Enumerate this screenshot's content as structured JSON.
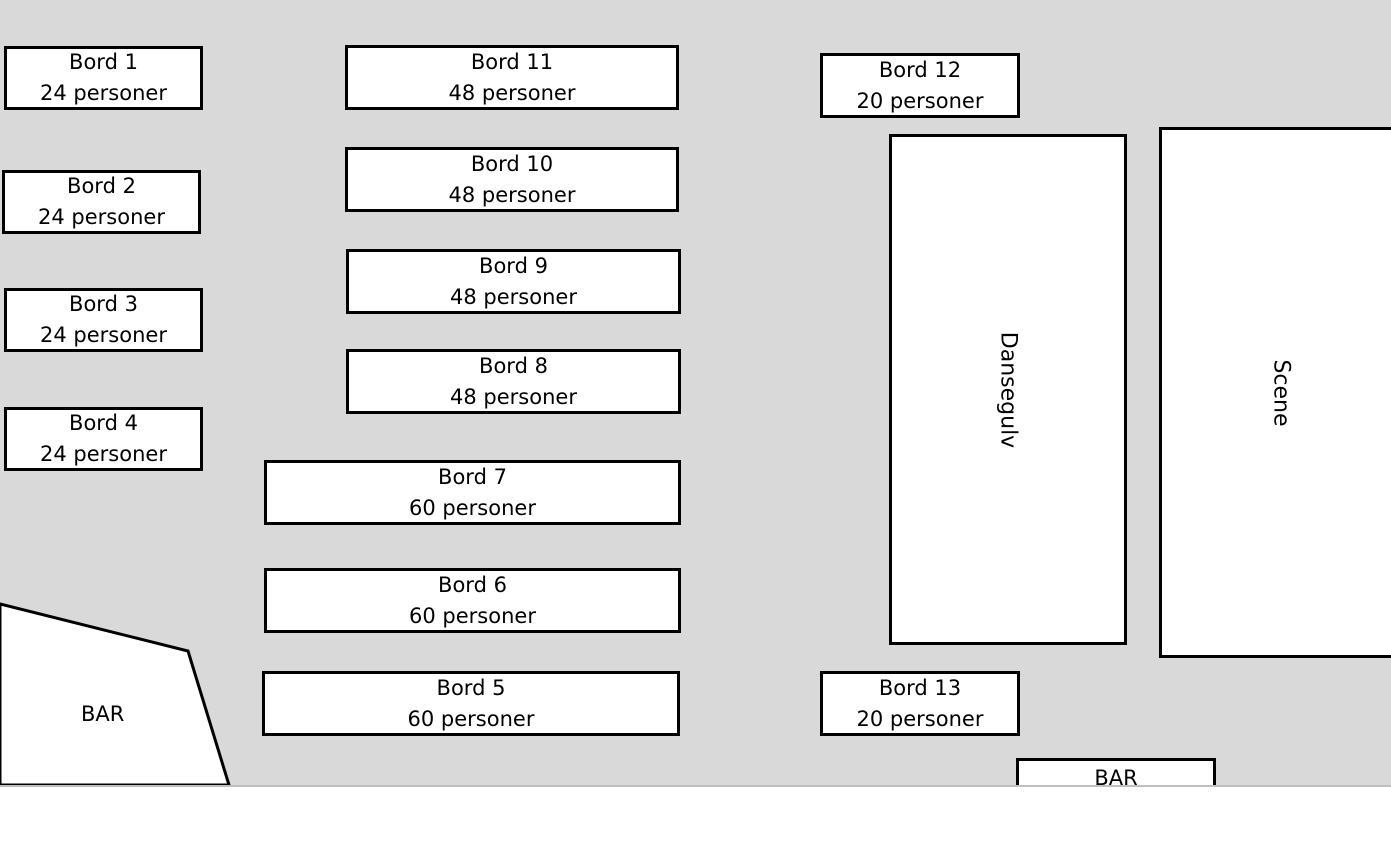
{
  "tables": [
    {
      "name": "Bord 1",
      "capacity": "24 personer"
    },
    {
      "name": "Bord 2",
      "capacity": "24 personer"
    },
    {
      "name": "Bord 3",
      "capacity": "24 personer"
    },
    {
      "name": "Bord 4",
      "capacity": "24 personer"
    },
    {
      "name": "Bord 5",
      "capacity": "60 personer"
    },
    {
      "name": "Bord 6",
      "capacity": "60 personer"
    },
    {
      "name": "Bord 7",
      "capacity": "60 personer"
    },
    {
      "name": "Bord 8",
      "capacity": "48 personer"
    },
    {
      "name": "Bord 9",
      "capacity": "48 personer"
    },
    {
      "name": "Bord 10",
      "capacity": "48 personer"
    },
    {
      "name": "Bord 11",
      "capacity": "48 personer"
    },
    {
      "name": "Bord 12",
      "capacity": "20 personer"
    },
    {
      "name": "Bord 13",
      "capacity": "20 personer"
    }
  ],
  "areas": {
    "dance_floor": "Dansegulv",
    "stage": "Scene",
    "bar_left": "BAR",
    "bar_bottom": "BAR"
  },
  "colors": {
    "background": "#d9d9d9",
    "fill": "#ffffff",
    "outline": "#000000"
  }
}
